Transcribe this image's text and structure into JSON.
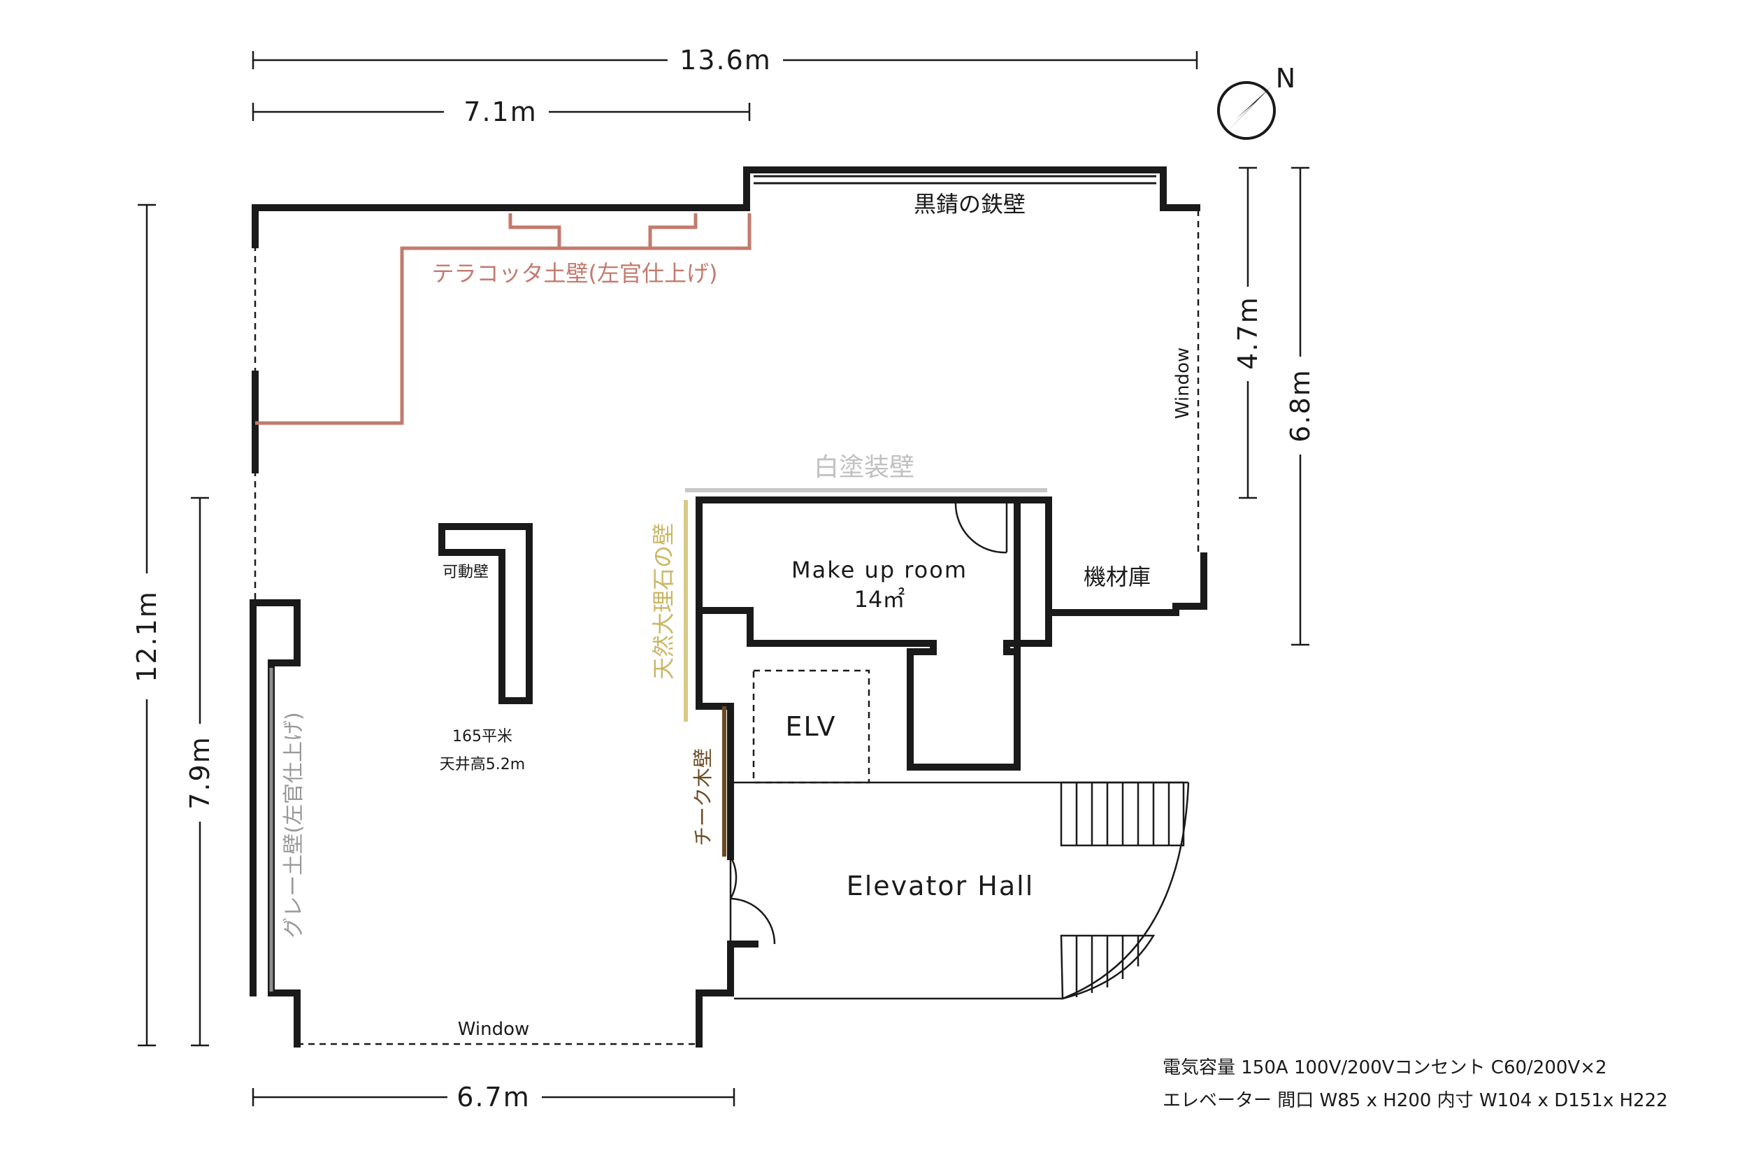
{
  "dimensions": {
    "total_width": "13.6m",
    "upper_width": "7.1m",
    "bottom_width": "6.7m",
    "left_height": "12.1m",
    "left_lower_height": "7.9m",
    "right_inner_height": "4.7m",
    "right_outer_height": "6.8m"
  },
  "compass": {
    "north": "N"
  },
  "labels": {
    "iron_wall": "黒錆の鉄壁",
    "terracotta_wall": "テラコッタ土壁(左官仕上げ)",
    "window_right": "Window",
    "window_bottom": "Window",
    "white_wall": "白塗装壁",
    "marble_wall": "天然大理石の壁",
    "teak_wall": "チーク木壁",
    "gray_wall": "グレー土壁(左官仕上げ)",
    "movable_wall": "可動壁",
    "area": "165平米",
    "ceiling": "天井高5.2m",
    "makeup_room": "Make up room",
    "makeup_area": "14㎡",
    "equipment": "機材庫",
    "elv": "ELV",
    "elevator_hall": "Elevator Hall"
  },
  "notes": {
    "power": "電気容量  150A 100V/200Vコンセント  C60/200V×2",
    "elevator": "エレベーター 間口 W85 x H200 内寸 W104 x D151x H222"
  },
  "colors": {
    "wall": "#1a1a1a",
    "terracotta": "#c27b6e",
    "white_paint": "#c8c8c8",
    "marble": "#d8c985",
    "teak": "#6b4a23",
    "gray_plaster": "#8f8f8f"
  }
}
